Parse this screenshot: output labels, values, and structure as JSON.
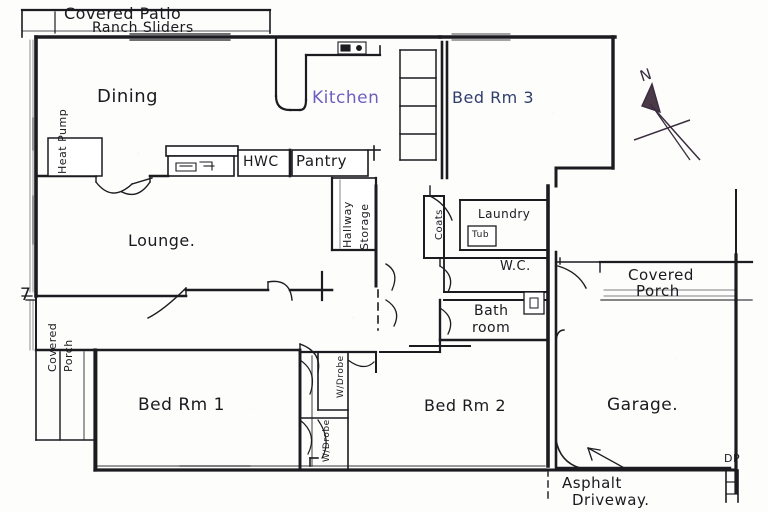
{
  "document": {
    "type": "hand-drawn residential floor plan",
    "title": "House floor plan sketch"
  },
  "annotations": {
    "covered_patio": "Covered Patio",
    "ranch_sliders": "Ranch Sliders",
    "dining": "Dining",
    "kitchen": "Kitchen",
    "bed_rm_3": "Bed Rm 3",
    "heat_pump": "Heat Pump",
    "hwc": "HWC",
    "pantry": "Pantry",
    "lounge": "Lounge.",
    "hallway": "Hallway",
    "storage": "Storage",
    "coats": "Coats",
    "laundry": "Laundry",
    "tub": "Tub",
    "wc": "W.C.",
    "bath": "Bath",
    "room": "room",
    "covered_porch_right": "Covered\nPorch",
    "covered_porch_right_line1": "Covered",
    "covered_porch_right_line2": "Porch",
    "covered_porch_left_line1": "Covered",
    "covered_porch_left_line2": "Porch",
    "bed_rm_1": "Bed Rm 1",
    "bed_rm_2": "Bed Rm 2",
    "garage": "Garage.",
    "wardrobe_upper": "W/Drobe",
    "wardrobe_lower": "W/Drobe",
    "asphalt": "Asphalt",
    "driveway": "Driveway.",
    "downpipe": "DP",
    "north": "N",
    "edge_marker": "7"
  },
  "rooms": [
    {
      "name": "Covered Patio",
      "position": "top exterior"
    },
    {
      "name": "Dining",
      "position": "upper left"
    },
    {
      "name": "Kitchen",
      "position": "upper centre"
    },
    {
      "name": "Bed Rm 3",
      "position": "upper right"
    },
    {
      "name": "Lounge",
      "position": "mid left"
    },
    {
      "name": "Pantry",
      "position": "centre"
    },
    {
      "name": "HWC",
      "position": "centre"
    },
    {
      "name": "Hallway Storage",
      "position": "centre"
    },
    {
      "name": "Coats",
      "position": "centre"
    },
    {
      "name": "Laundry",
      "position": "centre right"
    },
    {
      "name": "W.C.",
      "position": "centre right"
    },
    {
      "name": "Bath room",
      "position": "centre right"
    },
    {
      "name": "Covered Porch",
      "position": "right"
    },
    {
      "name": "Covered Porch",
      "position": "left"
    },
    {
      "name": "Bed Rm 1",
      "position": "lower left"
    },
    {
      "name": "Bed Rm 2",
      "position": "lower centre"
    },
    {
      "name": "Garage",
      "position": "lower right"
    },
    {
      "name": "Asphalt Driveway",
      "position": "bottom exterior"
    }
  ],
  "colors": {
    "wall_ink": "#1a1a1f",
    "pen_black": "#16171c",
    "pen_blue": "#2f3d6b",
    "pen_purple": "#6d5fc0",
    "paper": "#fdfdfc"
  }
}
